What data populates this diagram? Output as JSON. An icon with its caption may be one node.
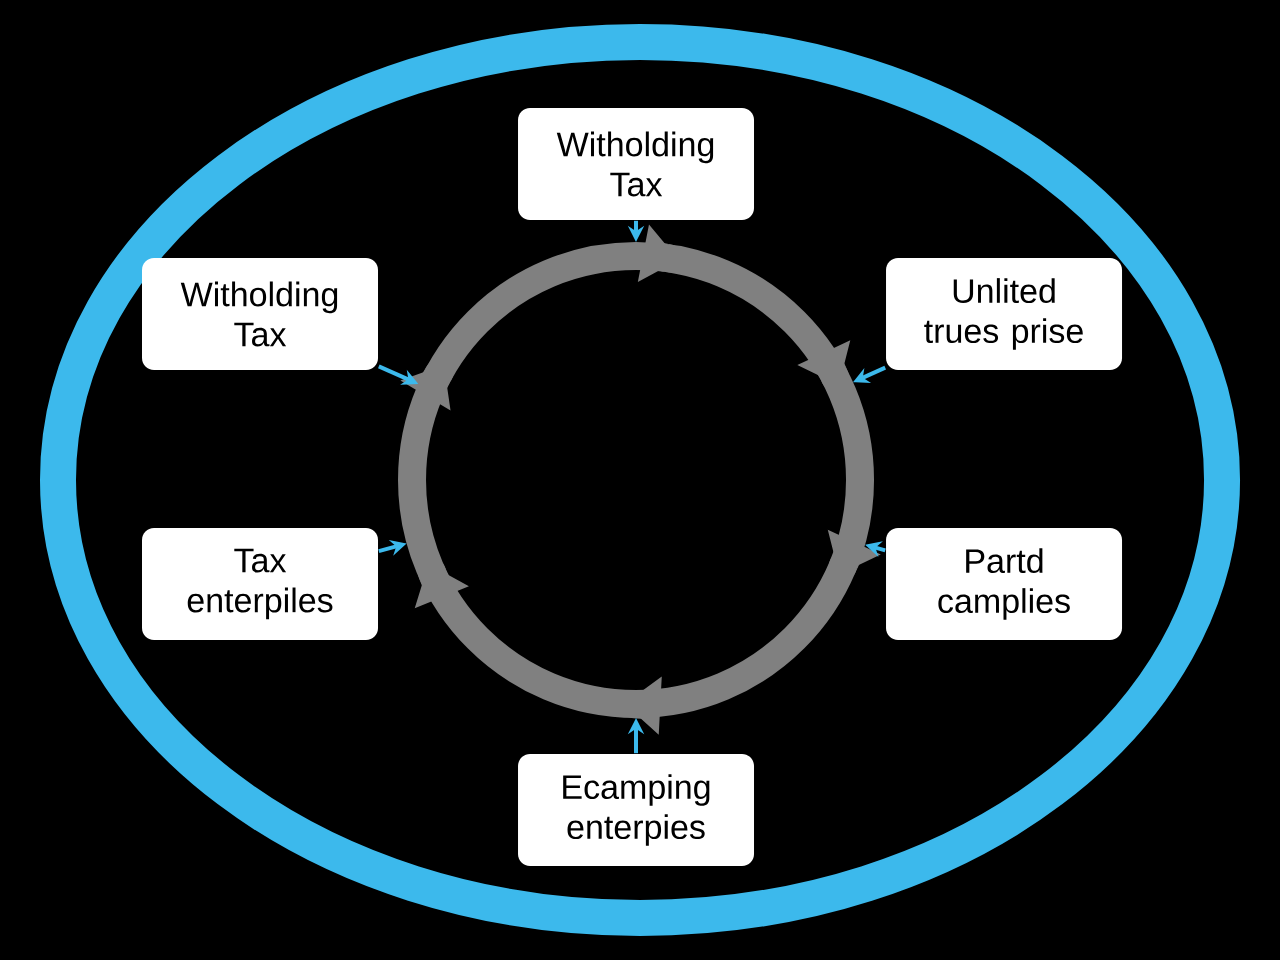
{
  "diagram": {
    "nodes": [
      {
        "text": [
          "Witholding Tax"
        ]
      },
      {
        "text": [
          "Witholding Tax"
        ]
      },
      {
        "text": [
          "Unlited trues prise"
        ]
      },
      {
        "text": [
          "Tax enterpiles"
        ]
      },
      {
        "text": [
          "Partd camplies"
        ]
      },
      {
        "text": [
          "Ecamping enterpies"
        ]
      },
      {
        "text": [],
        "shape": "circle"
      }
    ],
    "edges": [
      {
        "from": 0,
        "to": 6,
        "arrow": "to"
      },
      {
        "from": 1,
        "to": 6,
        "arrow": "to"
      },
      {
        "from": 2,
        "to": 6,
        "arrow": "to"
      },
      {
        "from": 3,
        "to": 6,
        "arrow": "to"
      },
      {
        "from": 4,
        "to": 6,
        "arrow": "to"
      },
      {
        "from": 5,
        "to": 6,
        "arrow": "to"
      }
    ]
  }
}
